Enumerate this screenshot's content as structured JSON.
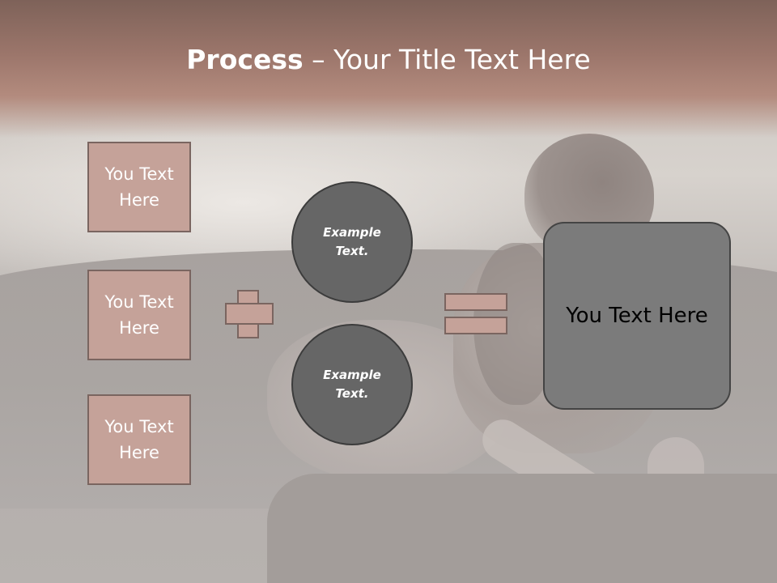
{
  "slide": {
    "title_bold": "Process",
    "title_dash": " – ",
    "title_rest": "Your Title Text Here",
    "left_boxes": [
      {
        "label": "You Text Here"
      },
      {
        "label": "You Text Here"
      },
      {
        "label": "You Text Here"
      }
    ],
    "circles": [
      {
        "label": "Example Text."
      },
      {
        "label": "Example Text."
      }
    ],
    "result_label": "You Text Here"
  },
  "colors": {
    "header": "#9c766b",
    "box_fill": "#c5a299",
    "box_border": "#7a6560",
    "circle_fill": "#666666",
    "result_fill": "#7b7b7b"
  },
  "icons": [
    "plus-sign",
    "equals-sign"
  ]
}
